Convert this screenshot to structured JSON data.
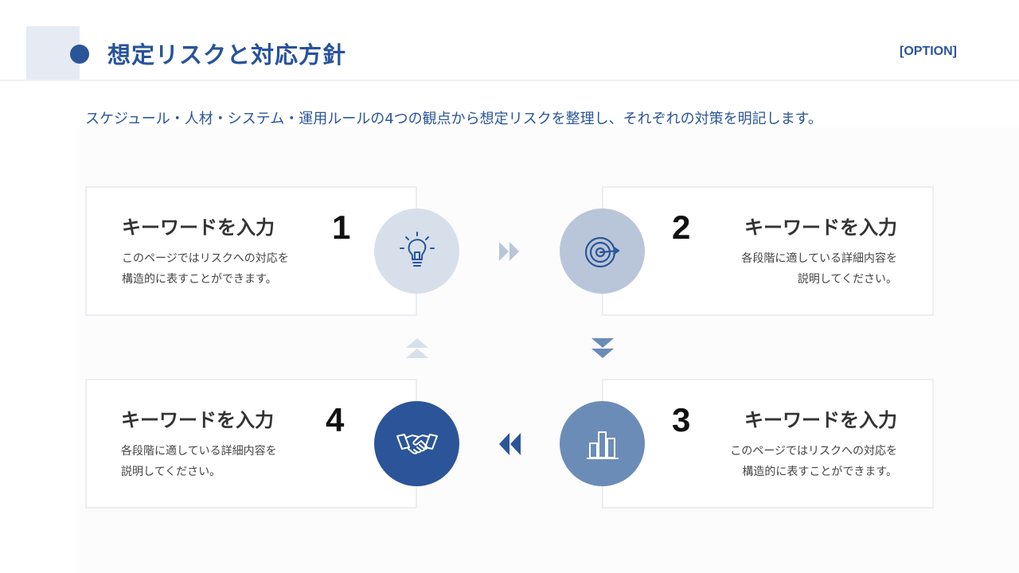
{
  "header": {
    "title": "想定リスクと対応方針",
    "option": "[OPTION]"
  },
  "intro": "スケジュール・人材・システム・運用ルールの4つの観点から想定リスクを整理し、それぞれの対策を明記します。",
  "steps": [
    {
      "number": "1",
      "keyword": "キーワードを入力",
      "desc_line1": "このページではリスクへの対応を",
      "desc_line2": "構造的に表すことができます。",
      "icon": "lightbulb-icon",
      "circle_color": "#d7dfeb"
    },
    {
      "number": "2",
      "keyword": "キーワードを入力",
      "desc_line1": "各段階に適している詳細内容を",
      "desc_line2": "説明してください。",
      "icon": "target-icon",
      "circle_color": "#b9c6d9"
    },
    {
      "number": "3",
      "keyword": "キーワードを入力",
      "desc_line1": "このページではリスクへの対応を",
      "desc_line2": "構造的に表すことができます。",
      "icon": "bar-chart-icon",
      "circle_color": "#6c8cb8"
    },
    {
      "number": "4",
      "keyword": "キーワードを入力",
      "desc_line1": "各段階に適している詳細内容を",
      "desc_line2": "説明してください。",
      "icon": "handshake-icon",
      "circle_color": "#2b5598"
    }
  ],
  "colors": {
    "accent": "#2b5598",
    "header_square": "#e6ebf3",
    "card_border": "#eceef1"
  }
}
